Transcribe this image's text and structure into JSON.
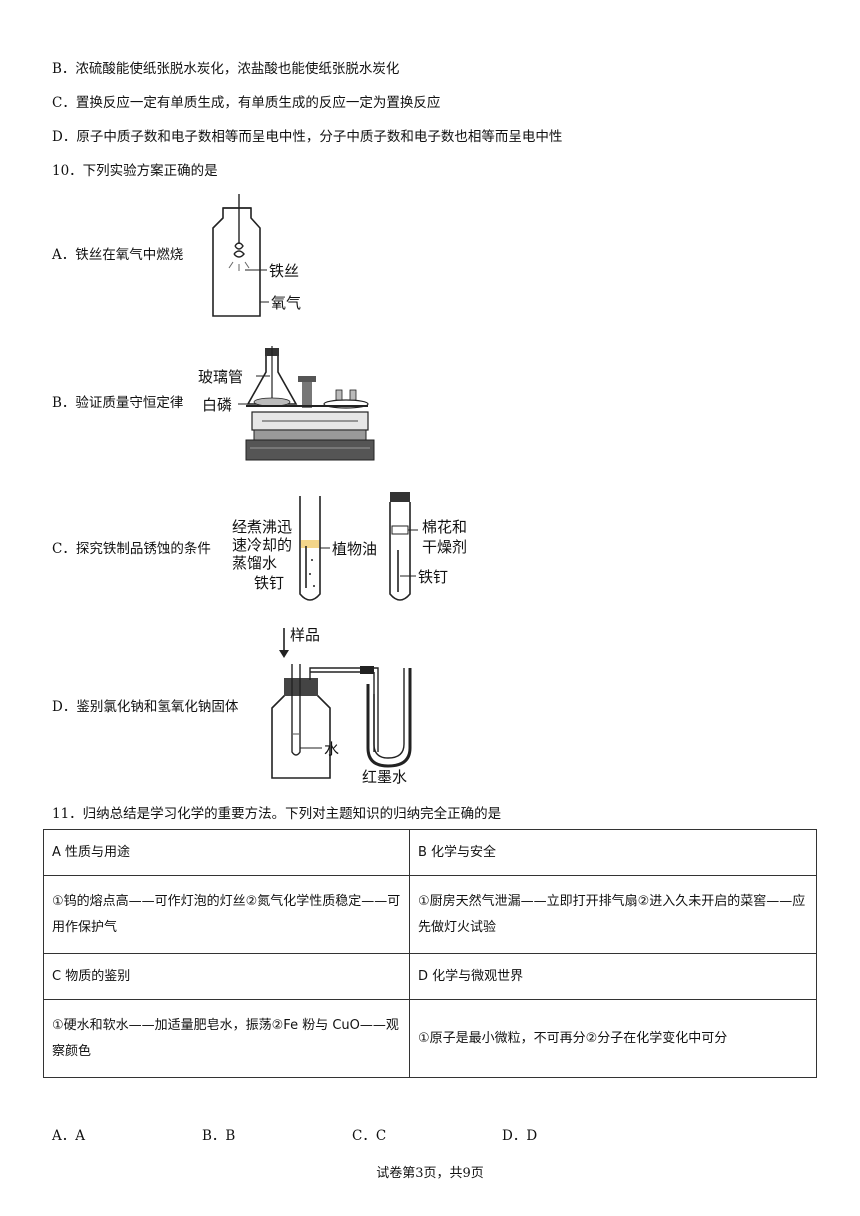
{
  "prev_options": {
    "B": "B．浓硫酸能使纸张脱水炭化，浓盐酸也能使纸张脱水炭化",
    "C": "C．置换反应一定有单质生成，有单质生成的反应一定为置换反应",
    "D": "D．原子中质子数和电子数相等而呈电中性，分子中质子数和电子数也相等而呈电中性"
  },
  "q10": {
    "stem": "10．下列实验方案正确的是",
    "options": [
      {
        "label": "A．铁丝在氧气中燃烧",
        "fig_labels": [
          "铁丝",
          "氧气"
        ]
      },
      {
        "label": "B．验证质量守恒定律",
        "fig_labels": [
          "玻璃管",
          "白磷"
        ]
      },
      {
        "label": "C．探究铁制品锈蚀的条件",
        "fig_labels": [
          "经煮沸迅",
          "速冷却的",
          "蒸馏水",
          "铁钉",
          "植物油",
          "棉花和",
          "干燥剂",
          "铁钉"
        ]
      },
      {
        "label": "D．鉴别氯化钠和氢氧化钠固体",
        "fig_labels": [
          "样品",
          "水",
          "红墨水"
        ]
      }
    ]
  },
  "q11": {
    "stem": "11．归纳总结是学习化学的重要方法。下列对主题知识的归纳完全正确的是",
    "table": [
      [
        "A 性质与用途",
        "B 化学与安全"
      ],
      [
        "①钨的熔点高——可作灯泡的灯丝②氮气化学性质稳定——可用作保护气",
        "①厨房天然气泄漏——立即打开排气扇②进入久未开启的菜窖——应先做灯火试验"
      ],
      [
        "C 物质的鉴别",
        "D 化学与微观世界"
      ],
      [
        "①硬水和软水——加适量肥皂水，振荡②Fe 粉与 CuO——观察颜色",
        "①原子是最小微粒，不可再分②分子在化学变化中可分"
      ]
    ],
    "answers": [
      "A．A",
      "B．B",
      "C．C",
      "D．D"
    ]
  },
  "footer": "试卷第3页，共9页"
}
